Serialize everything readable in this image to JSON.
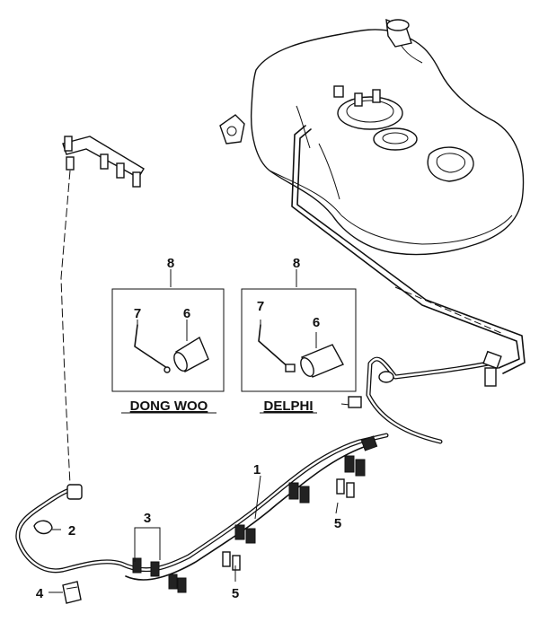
{
  "callouts": {
    "c1": "1",
    "c2": "2",
    "c3": "3",
    "c4": "4",
    "c5a": "5",
    "c5b": "5",
    "c6a": "6",
    "c7a": "7",
    "c8a": "8",
    "c6b": "6",
    "c7b": "7",
    "c8b": "8"
  },
  "boxes": {
    "left_label": "DONG WOO",
    "right_label": "DELPHI"
  }
}
